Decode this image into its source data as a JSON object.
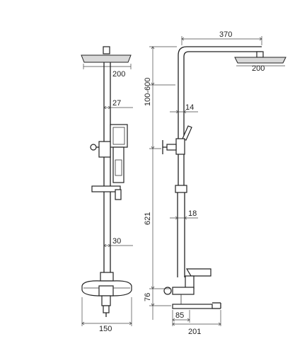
{
  "labels": {
    "front": {
      "head_width": "200",
      "rod_diameter_upper": "27",
      "rod_diameter_lower": "30",
      "mixer_width": "150"
    },
    "side": {
      "arm_reach": "370",
      "head_width": "200",
      "height_adjust": "100-600",
      "upper_pipe": "14",
      "lower_pipe": "18",
      "bar_height": "621",
      "outlet_height": "76",
      "spout_offset": "85",
      "depth": "201"
    }
  }
}
